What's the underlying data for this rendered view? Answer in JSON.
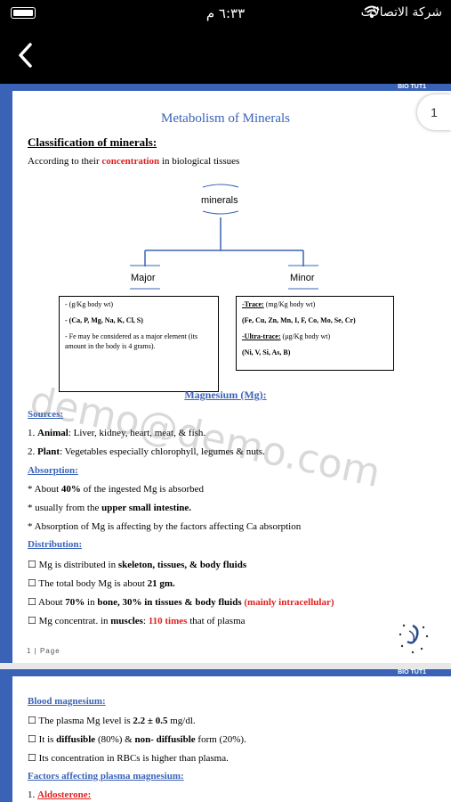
{
  "status": {
    "time": "٦:٣٣ م",
    "carrier": "شركة الاتصالات"
  },
  "doc": {
    "header_tag": "BIO TUT1",
    "page_number": "1",
    "title": "Metabolism of Minerals",
    "classification_heading": "Classification of minerals:",
    "intro_pre": "According to their",
    "intro_red": "concentration",
    "intro_post": "in biological tissues",
    "diagram": {
      "root": "minerals",
      "left": "Major",
      "right": "Minor",
      "major_box": [
        "- (g/Kg body wt)",
        "- (Ca, P, Mg, Na, K, Cl, S)",
        "- Fe may be considered as a major element (its amount in the body is 4 grams)."
      ],
      "minor_trace_label": "-Trace:",
      "minor_trace_unit": "(mg/Kg body wt)",
      "minor_trace_list": "(Fe, Cu, Zn, Mn, I, F, Co, Mo, Se, Cr)",
      "minor_ultra_label": "-Ultra-trace:",
      "minor_ultra_unit": "(μg/Kg body wt)",
      "minor_ultra_list": "(Ni, V, Si, As, B)"
    },
    "mg_heading": "Magnesium (Mg):",
    "sources_heading": "Sources:",
    "sources": [
      {
        "num": "1.",
        "bold": "Animal",
        "rest": ": Liver, kidney, heart, meat, & fish."
      },
      {
        "num": "2.",
        "bold": "Plant",
        "rest": ": Vegetables especially chlorophyll, legumes & nuts."
      }
    ],
    "absorption_heading": "Absorption:",
    "absorption": [
      {
        "pre": "* About ",
        "bold": "40%",
        "post": " of the ingested Mg is absorbed"
      },
      {
        "pre": "* usually from the ",
        "bold": "upper small intestine.",
        "post": ""
      },
      {
        "pre": "* Absorption of Mg is affecting by the factors affecting Ca absorption",
        "bold": "",
        "post": ""
      }
    ],
    "distribution_heading": "Distribution:",
    "dist1_pre": "☐ Mg is distributed in ",
    "dist1_bold": "skeleton, tissues, & body fluids",
    "dist2_pre": "☐ The total body Mg is about ",
    "dist2_bold": "21 gm.",
    "dist3_pre": "☐ About ",
    "dist3_b1": "70%",
    "dist3_mid": " in ",
    "dist3_b2": "bone, 30% in tissues & body fluids",
    "dist3_red": "(mainly intracellular)",
    "dist4_pre": "☐ Mg concentrat. in ",
    "dist4_bold": "muscles",
    "dist4_mid": ": ",
    "dist4_red": "110 times",
    "dist4_post": " that of plasma",
    "footer": "1 | Page",
    "watermark": "demo@demo.com"
  },
  "page2": {
    "header_tag": "BIO TUT1",
    "blood_heading": "Blood magnesium:",
    "b1_pre": "☐ The plasma Mg level is ",
    "b1_bold": "2.2 ± 0.5",
    "b1_post": " mg/dl.",
    "b2_pre": "☐ It is ",
    "b2_bold1": "diffusible",
    "b2_mid": " (80%) & ",
    "b2_bold2": "non- diffusible",
    "b2_post": " form (20%).",
    "b3": "☐ Its concentration in RBCs is higher than plasma.",
    "factors_heading": "Factors affecting plasma magnesium:",
    "factor1_num": "1.",
    "factor1_label": "Aldosterone:"
  },
  "colors": {
    "accent": "#3a63b8",
    "highlight": "#e02020"
  }
}
